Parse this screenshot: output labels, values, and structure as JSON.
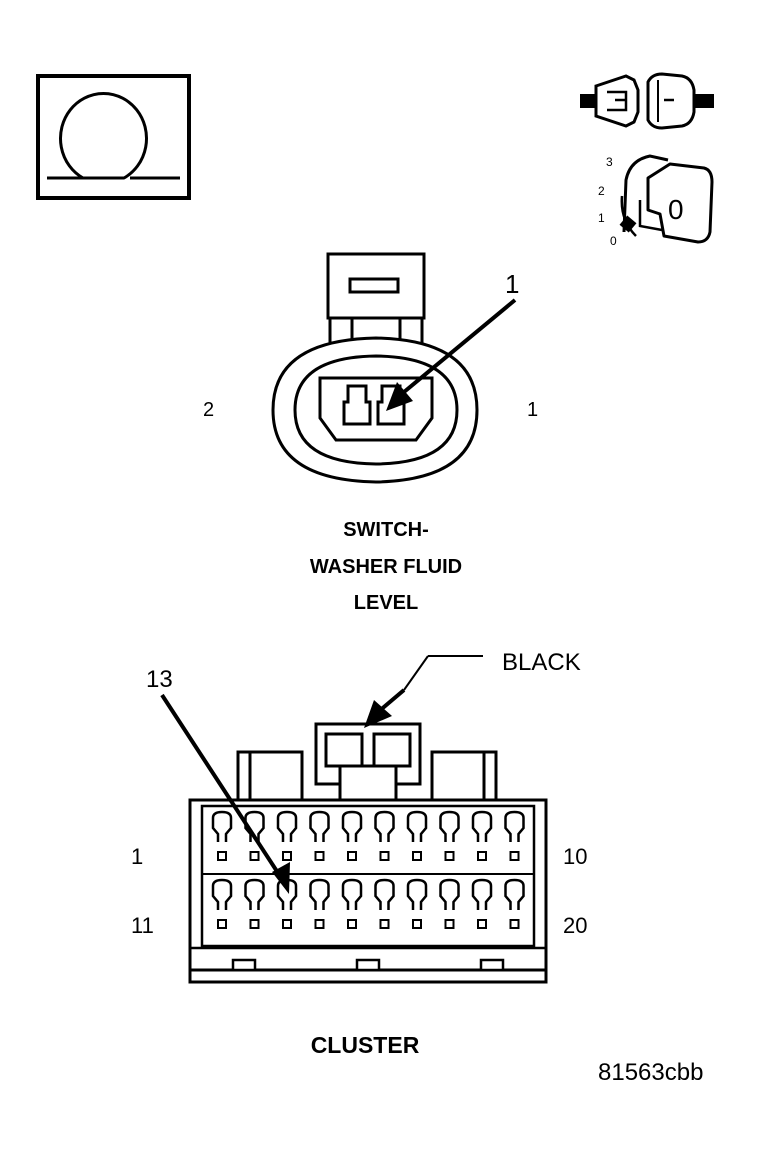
{
  "ohmmeter": {
    "symbol": "Ω"
  },
  "ignition_key": {
    "positions": [
      "3",
      "2",
      "1",
      "0"
    ],
    "key_label": "0"
  },
  "switch_connector": {
    "callout": "1",
    "pin_left": "2",
    "pin_right": "1",
    "title_lines": [
      "SWITCH-",
      "WASHER FLUID",
      "LEVEL"
    ]
  },
  "cluster_connector": {
    "callout": "13",
    "color_label": "BLACK",
    "row1_start": "1",
    "row1_end": "10",
    "row2_start": "11",
    "row2_end": "20",
    "title": "CLUSTER"
  },
  "figure_id": "81563cbb"
}
